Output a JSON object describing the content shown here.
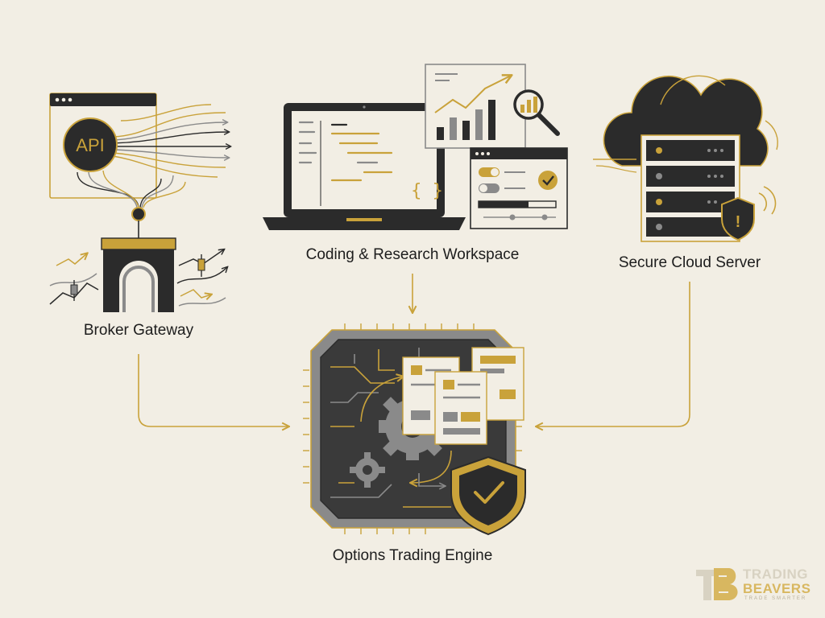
{
  "colors": {
    "background": "#f2eee4",
    "gold": "#c9a23a",
    "dark": "#2b2b2b",
    "gray": "#8a8a8a",
    "light_gray": "#c8c4bb"
  },
  "nodes": {
    "broker_gateway": {
      "label": "Broker Gateway",
      "badge": "API"
    },
    "workspace": {
      "label": "Coding & Research Workspace",
      "code_symbol": "{ }"
    },
    "cloud_server": {
      "label": "Secure Cloud Server",
      "alert_symbol": "!"
    },
    "trading_engine": {
      "label": "Options Trading Engine"
    }
  },
  "edges": [
    {
      "from": "broker_gateway",
      "to": "trading_engine"
    },
    {
      "from": "workspace",
      "to": "trading_engine"
    },
    {
      "from": "cloud_server",
      "to": "trading_engine"
    }
  ],
  "logo": {
    "line1": "TRADING",
    "line2": "BEAVERS",
    "tagline": "TRADE SMARTER"
  }
}
